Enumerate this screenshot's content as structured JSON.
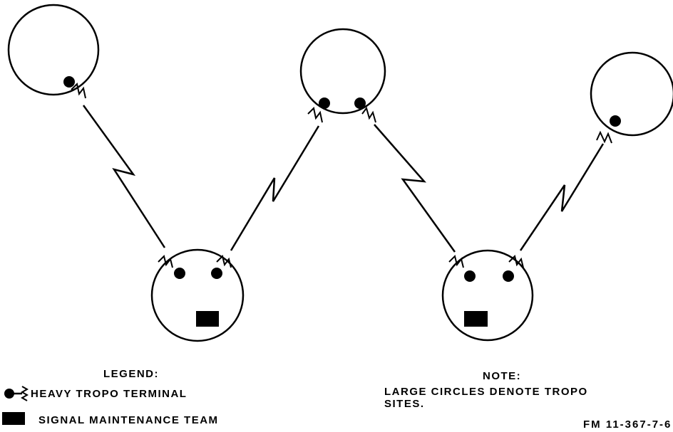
{
  "legend": {
    "title": "LEGEND:",
    "items": [
      {
        "symbol": "heavy-tropo-terminal-icon",
        "label": "HEAVY TROPO TERMINAL"
      },
      {
        "symbol": "signal-maintenance-team-icon",
        "label": "SIGNAL MAINTENANCE TEAM"
      }
    ]
  },
  "note": {
    "title": "NOTE:",
    "lines": [
      "LARGE CIRCLES DENOTE TROPO",
      "SITES."
    ]
  },
  "figure_id": "FM 11-367-7-6",
  "diagram": {
    "sites": [
      {
        "name": "tropo-site-1",
        "terminals": 1,
        "maintenance_team": false
      },
      {
        "name": "tropo-site-2",
        "terminals": 2,
        "maintenance_team": true
      },
      {
        "name": "tropo-site-3",
        "terminals": 2,
        "maintenance_team": false
      },
      {
        "name": "tropo-site-4",
        "terminals": 2,
        "maintenance_team": true
      },
      {
        "name": "tropo-site-5",
        "terminals": 1,
        "maintenance_team": false
      }
    ],
    "links": [
      [
        "tropo-site-1",
        "tropo-site-2"
      ],
      [
        "tropo-site-2",
        "tropo-site-3"
      ],
      [
        "tropo-site-3",
        "tropo-site-4"
      ],
      [
        "tropo-site-4",
        "tropo-site-5"
      ]
    ]
  }
}
